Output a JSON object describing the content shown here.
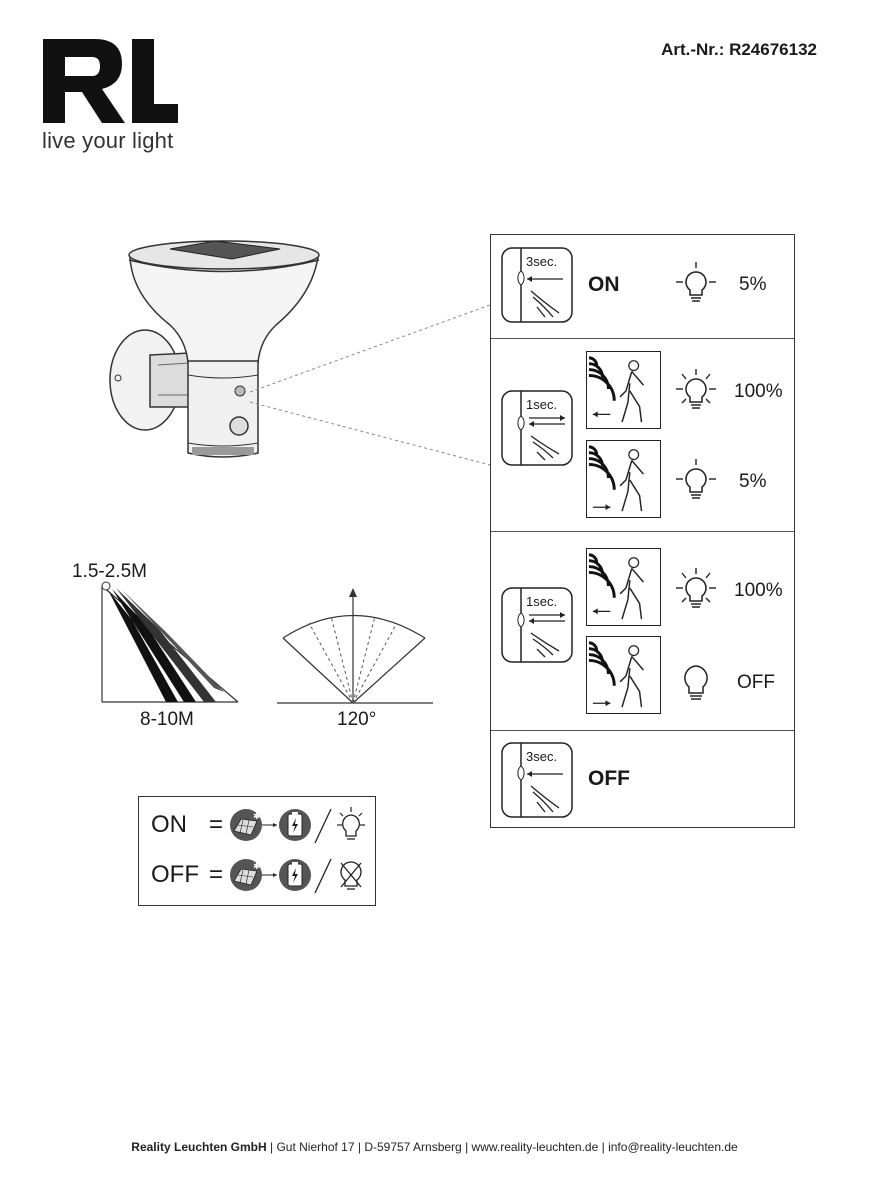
{
  "header": {
    "logo_text": "RL",
    "tagline": "live your light",
    "article_number": "Art.-Nr.: R24676132"
  },
  "detection": {
    "height_label": "1.5-2.5M",
    "range_label": "8-10M",
    "angle_label": "120°"
  },
  "panel": {
    "rows": [
      {
        "button_label": "3sec.",
        "mode": "ON",
        "brightness": "5%"
      },
      {
        "button_label": "1sec.",
        "motion_brightness": "100%",
        "idle_brightness": "5%"
      },
      {
        "button_label": "1sec.",
        "motion_brightness": "100%",
        "idle_brightness": "OFF"
      },
      {
        "button_label": "3sec.",
        "mode": "OFF"
      }
    ]
  },
  "legend": {
    "on_label": "ON",
    "on_eq": "=",
    "off_label": "OFF",
    "off_eq": "="
  },
  "footer": {
    "company": "Reality Leuchten GmbH",
    "address": "Gut Nierhof 17",
    "city": "D-59757 Arnsberg",
    "website": "www.reality-leuchten.de",
    "email": "info@reality-leuchten.de",
    "separator": "|"
  },
  "icons": {
    "logo": "rl-logo",
    "lamp": "solar-wall-lamp",
    "button": "press-button-icon",
    "sensor": "motion-sensor-icon",
    "bulb_on": "bulb-on-icon",
    "bulb_off": "bulb-off-icon",
    "solar": "solar-panel-icon",
    "battery": "battery-icon"
  }
}
